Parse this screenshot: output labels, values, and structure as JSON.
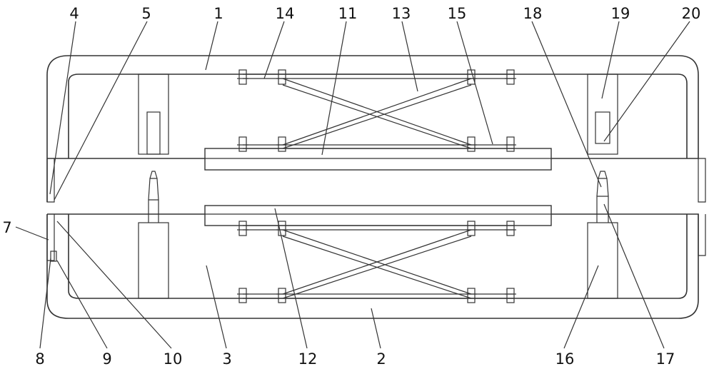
{
  "callouts": [
    {
      "id": "c4",
      "text": "4"
    },
    {
      "id": "c5",
      "text": "5"
    },
    {
      "id": "c1",
      "text": "1"
    },
    {
      "id": "c14",
      "text": "14"
    },
    {
      "id": "c11",
      "text": "11"
    },
    {
      "id": "c13",
      "text": "13"
    },
    {
      "id": "c15",
      "text": "15"
    },
    {
      "id": "c18",
      "text": "18"
    },
    {
      "id": "c19",
      "text": "19"
    },
    {
      "id": "c20",
      "text": "20"
    },
    {
      "id": "c7",
      "text": "7"
    },
    {
      "id": "c8",
      "text": "8"
    },
    {
      "id": "c9",
      "text": "9"
    },
    {
      "id": "c10",
      "text": "10"
    },
    {
      "id": "c3",
      "text": "3"
    },
    {
      "id": "c12",
      "text": "12"
    },
    {
      "id": "c2",
      "text": "2"
    },
    {
      "id": "c16",
      "text": "16"
    },
    {
      "id": "c17",
      "text": "17"
    }
  ]
}
